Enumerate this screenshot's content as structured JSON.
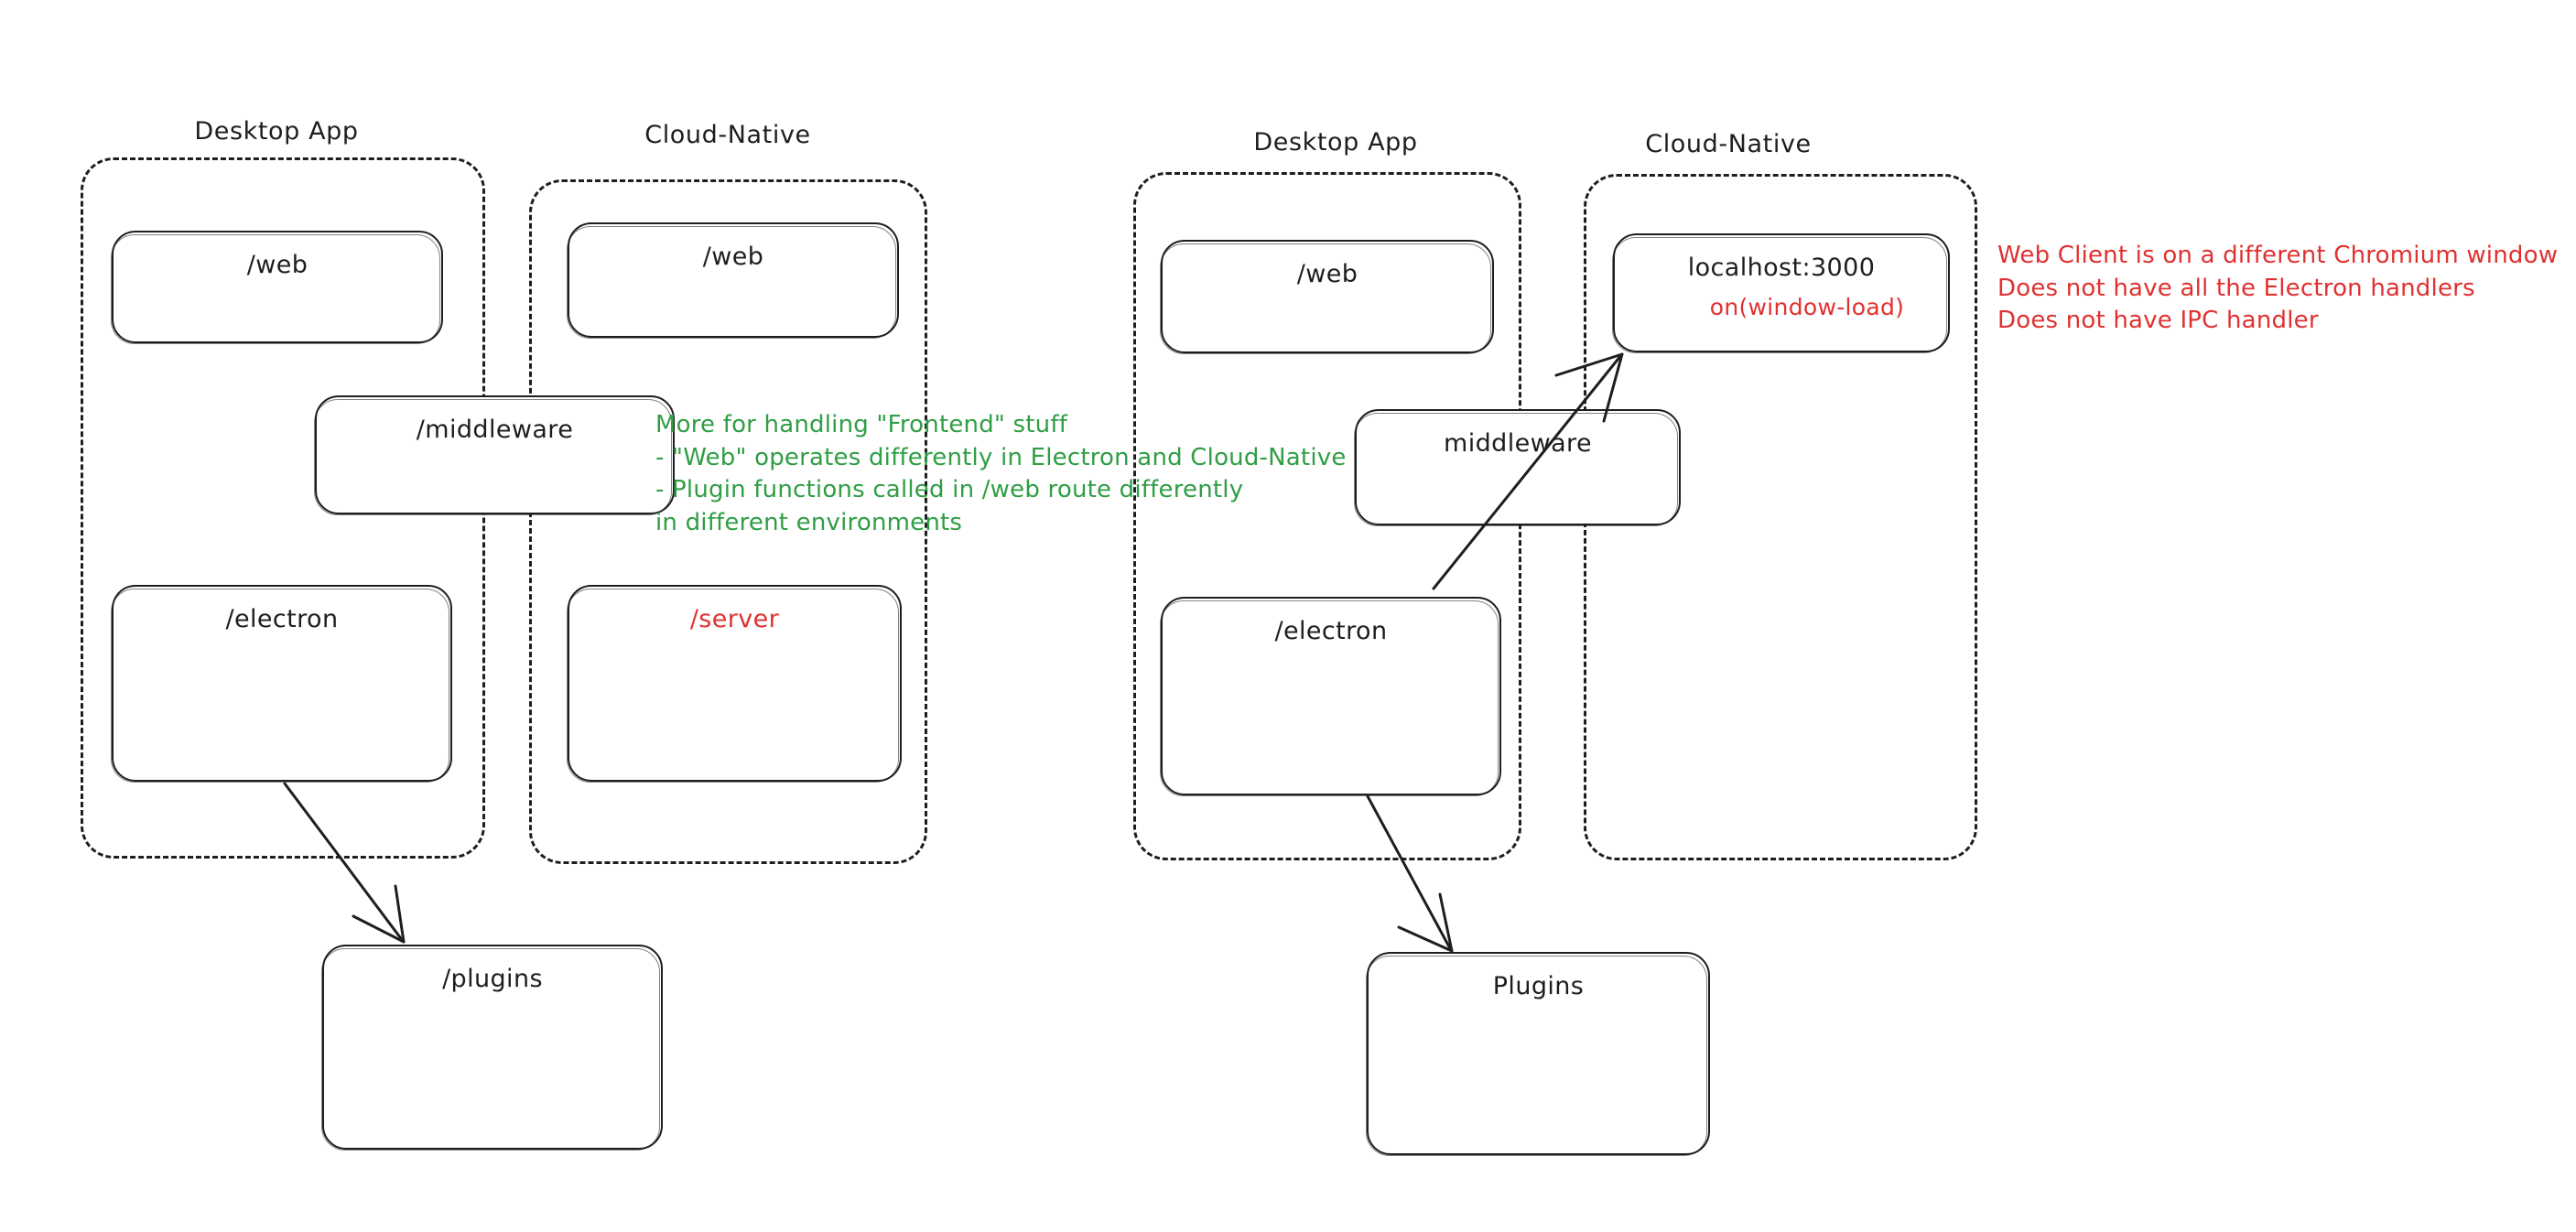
{
  "diagram": {
    "title_text_colors": {
      "ink": "#1e1e1e",
      "green": "#2f9e44",
      "red": "#e03131"
    },
    "left_diagram": {
      "groups": [
        {
          "label": "Desktop App"
        },
        {
          "label": "Cloud-Native"
        }
      ],
      "nodes": {
        "desktop_web": "/web",
        "cloud_web": "/web",
        "middleware": "/middleware",
        "electron": "/electron",
        "server": "/server",
        "plugins": "/plugins"
      }
    },
    "right_diagram": {
      "groups": [
        {
          "label": "Desktop App"
        },
        {
          "label": "Cloud-Native"
        }
      ],
      "nodes": {
        "desktop_web": "/web",
        "localhost": "localhost:3000",
        "localhost_sub": "on(window-load)",
        "middleware": "middleware",
        "electron": "/electron",
        "plugins": "Plugins"
      }
    },
    "annotations": {
      "green_note": "More for handling \"Frontend\" stuff\n- \"Web\" operates differently in Electron and Cloud-Native\n- Plugin functions called in /web route differently\nin different environments",
      "red_note": "Web Client is on a different Chromium window\nDoes not have all the Electron handlers\nDoes not have IPC handler"
    }
  }
}
